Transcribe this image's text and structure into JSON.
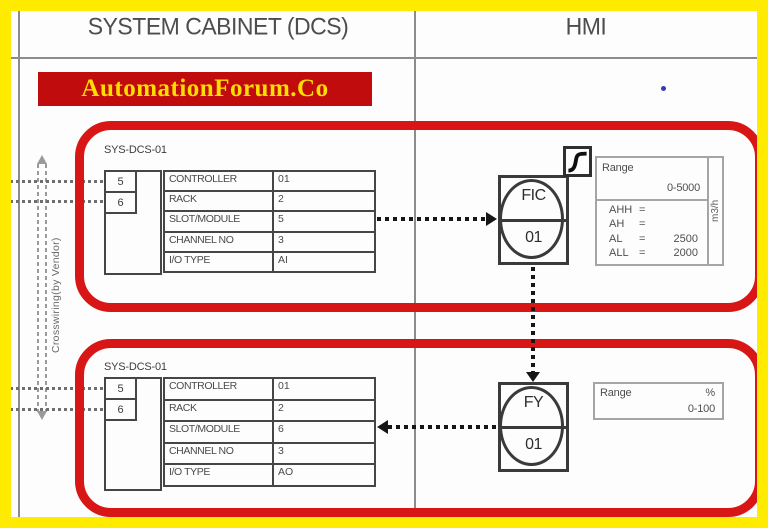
{
  "header": {
    "left_column": "SYSTEM CABINET (DCS)",
    "right_column": "HMI"
  },
  "banner": {
    "text": "AutomationForum.Co"
  },
  "crosswiring_label": "Crosswiring(by Vendor)",
  "loops": [
    {
      "system_label": "SYS-DCS-01",
      "terminals": [
        "5",
        "6"
      ],
      "rows": [
        {
          "label": "CONTROLLER",
          "value": "01"
        },
        {
          "label": "RACK",
          "value": "2"
        },
        {
          "label": "SLOT/MODULE",
          "value": "5"
        },
        {
          "label": "CHANNEL NO",
          "value": "3"
        },
        {
          "label": "I/O TYPE",
          "value": "AI"
        }
      ],
      "instrument": {
        "tag": "FIC",
        "number": "01"
      },
      "range": {
        "label": "Range",
        "span": "0-5000",
        "units": "m3/h",
        "alarms": [
          {
            "name": "AHH",
            "eq": "=",
            "value": ""
          },
          {
            "name": "AH",
            "eq": "=",
            "value": ""
          },
          {
            "name": "AL",
            "eq": "=",
            "value": "2500"
          },
          {
            "name": "ALL",
            "eq": "=",
            "value": "2000"
          }
        ]
      },
      "signal_direction": "cabinet-to-hmi"
    },
    {
      "system_label": "SYS-DCS-01",
      "terminals": [
        "5",
        "6"
      ],
      "rows": [
        {
          "label": "CONTROLLER",
          "value": "01"
        },
        {
          "label": "RACK",
          "value": "2"
        },
        {
          "label": "SLOT/MODULE",
          "value": "6"
        },
        {
          "label": "CHANNEL NO",
          "value": "3"
        },
        {
          "label": "I/O TYPE",
          "value": "AO"
        }
      ],
      "instrument": {
        "tag": "FY",
        "number": "01"
      },
      "range": {
        "label": "Range",
        "span": "0-100",
        "units": "%"
      },
      "signal_direction": "hmi-to-cabinet"
    }
  ],
  "colors": {
    "frame_yellow": "#ffeb00",
    "loop_outline_red": "#d81616",
    "banner_red": "#c00c0c",
    "banner_text_yellow": "#ffdd00",
    "line_gray": "#8c8c8c",
    "symbol_dark": "#3a3a3a"
  }
}
